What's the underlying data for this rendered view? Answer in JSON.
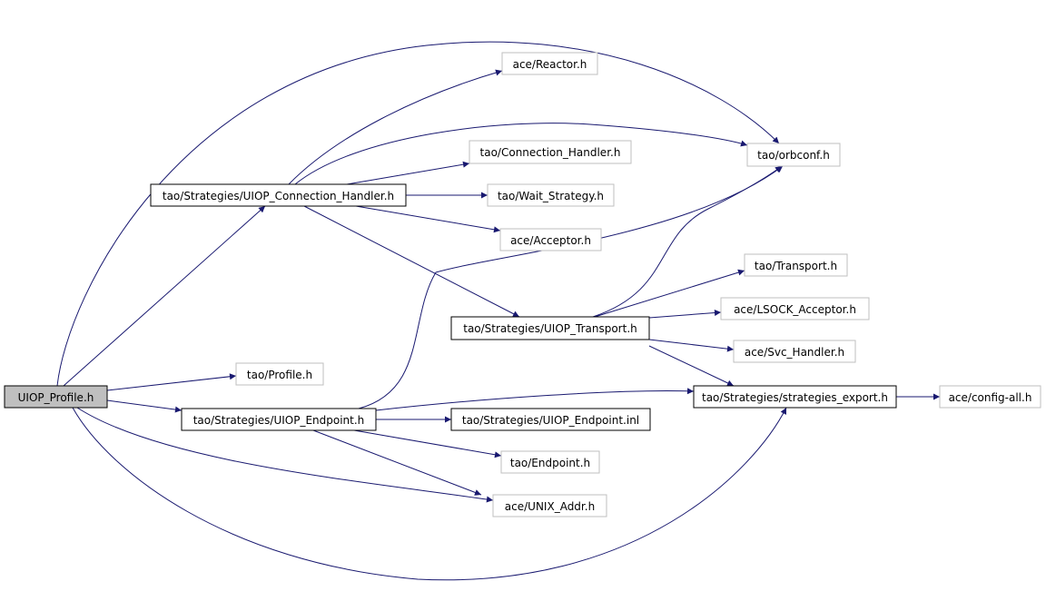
{
  "nodes": [
    {
      "id": "uiop_profile",
      "label": "UIOP_Profile.h",
      "style": "root"
    },
    {
      "id": "conn_handler",
      "label": "tao/Strategies/UIOP_Connection_Handler.h",
      "style": "internal"
    },
    {
      "id": "transport",
      "label": "tao/Strategies/UIOP_Transport.h",
      "style": "internal"
    },
    {
      "id": "endpoint",
      "label": "tao/Strategies/UIOP_Endpoint.h",
      "style": "internal"
    },
    {
      "id": "endpoint_inl",
      "label": "tao/Strategies/UIOP_Endpoint.inl",
      "style": "internal"
    },
    {
      "id": "strategies_export",
      "label": "tao/Strategies/strategies_export.h",
      "style": "internal"
    },
    {
      "id": "reactor",
      "label": "ace/Reactor.h",
      "style": "external"
    },
    {
      "id": "tao_conn_handler",
      "label": "tao/Connection_Handler.h",
      "style": "external"
    },
    {
      "id": "wait_strategy",
      "label": "tao/Wait_Strategy.h",
      "style": "external"
    },
    {
      "id": "acceptor",
      "label": "ace/Acceptor.h",
      "style": "external"
    },
    {
      "id": "orbconf",
      "label": "tao/orbconf.h",
      "style": "external"
    },
    {
      "id": "tao_transport",
      "label": "tao/Transport.h",
      "style": "external"
    },
    {
      "id": "lsock_acceptor",
      "label": "ace/LSOCK_Acceptor.h",
      "style": "external"
    },
    {
      "id": "svc_handler",
      "label": "ace/Svc_Handler.h",
      "style": "external"
    },
    {
      "id": "tao_profile",
      "label": "tao/Profile.h",
      "style": "external"
    },
    {
      "id": "tao_endpoint",
      "label": "tao/Endpoint.h",
      "style": "external"
    },
    {
      "id": "unix_addr",
      "label": "ace/UNIX_Addr.h",
      "style": "external"
    },
    {
      "id": "config_all",
      "label": "ace/config-all.h",
      "style": "external"
    }
  ],
  "edges": [
    {
      "from": "uiop_profile",
      "to": "orbconf"
    },
    {
      "from": "uiop_profile",
      "to": "conn_handler"
    },
    {
      "from": "uiop_profile",
      "to": "tao_profile"
    },
    {
      "from": "uiop_profile",
      "to": "endpoint"
    },
    {
      "from": "uiop_profile",
      "to": "unix_addr"
    },
    {
      "from": "uiop_profile",
      "to": "strategies_export"
    },
    {
      "from": "conn_handler",
      "to": "reactor"
    },
    {
      "from": "conn_handler",
      "to": "orbconf"
    },
    {
      "from": "conn_handler",
      "to": "tao_conn_handler"
    },
    {
      "from": "conn_handler",
      "to": "wait_strategy"
    },
    {
      "from": "conn_handler",
      "to": "acceptor"
    },
    {
      "from": "conn_handler",
      "to": "transport"
    },
    {
      "from": "transport",
      "to": "orbconf"
    },
    {
      "from": "transport",
      "to": "tao_transport"
    },
    {
      "from": "transport",
      "to": "lsock_acceptor"
    },
    {
      "from": "transport",
      "to": "svc_handler"
    },
    {
      "from": "transport",
      "to": "strategies_export"
    },
    {
      "from": "endpoint",
      "to": "orbconf"
    },
    {
      "from": "endpoint",
      "to": "strategies_export"
    },
    {
      "from": "endpoint",
      "to": "endpoint_inl"
    },
    {
      "from": "endpoint",
      "to": "tao_endpoint"
    },
    {
      "from": "endpoint",
      "to": "unix_addr"
    },
    {
      "from": "strategies_export",
      "to": "config_all"
    }
  ],
  "colors": {
    "edge": "#191970",
    "root_fill": "#bfbfbf",
    "internal_border": "#000000",
    "external_border": "#bfbfbf"
  }
}
